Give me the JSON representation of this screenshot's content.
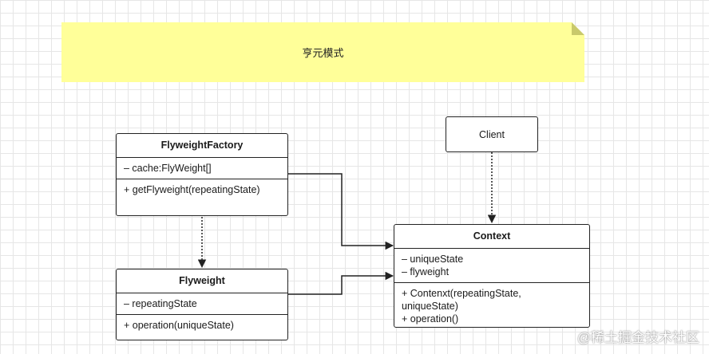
{
  "note": {
    "text": "亨元模式"
  },
  "factory": {
    "name": "FlyweightFactory",
    "attributes": [
      "– cache:FlyWeight[]"
    ],
    "methods": [
      "+ getFlyweight(repeatingState)"
    ]
  },
  "flyweight": {
    "name": "Flyweight",
    "attributes": [
      "– repeatingState"
    ],
    "methods": [
      "+ operation(uniqueState)"
    ]
  },
  "context": {
    "name": "Context",
    "attributes": [
      "– uniqueState",
      "– flyweight"
    ],
    "methods": [
      "+ Contenxt(repeatingState,",
      "uniqueState)",
      "+ operation()"
    ]
  },
  "client": {
    "name": "Client"
  },
  "watermark": {
    "text": "@稀土掘金技术社区"
  },
  "colors": {
    "note": "#ffff99",
    "stroke": "#222222",
    "grid": "#e6e6e6"
  }
}
